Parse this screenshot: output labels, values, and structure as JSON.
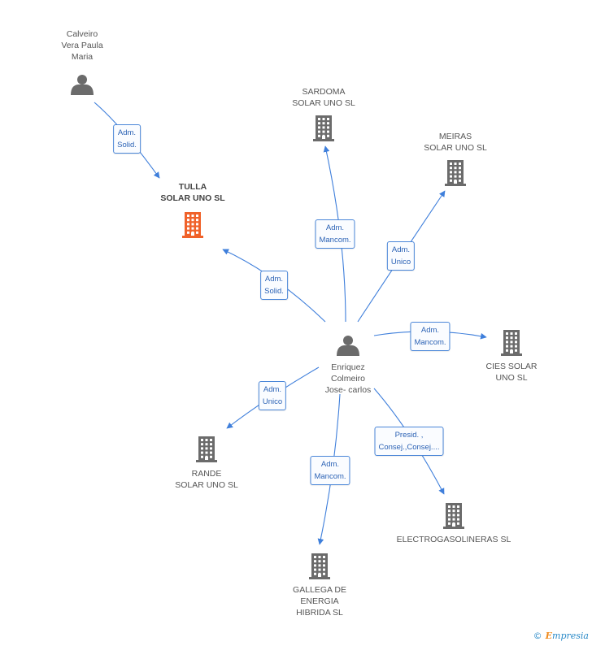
{
  "colors": {
    "edge": "#3f7fdb",
    "person_icon": "#6b6b6b",
    "company_icon": "#6b6b6b",
    "focus_icon": "#f0622a",
    "label_border": "#4a86d8"
  },
  "nodes": {
    "calveiro": {
      "type": "person",
      "lines": [
        "Calveiro",
        "Vera Paula",
        "Maria"
      ]
    },
    "tulla": {
      "type": "company",
      "focus": true,
      "lines": [
        "TULLA",
        "SOLAR UNO SL"
      ]
    },
    "sardoma": {
      "type": "company",
      "lines": [
        "SARDOMA",
        "SOLAR UNO SL"
      ]
    },
    "meiras": {
      "type": "company",
      "lines": [
        "MEIRAS",
        "SOLAR UNO SL"
      ]
    },
    "enriquez": {
      "type": "person",
      "lines": [
        "Enriquez",
        "Colmeiro",
        "Jose- carlos"
      ]
    },
    "cies": {
      "type": "company",
      "lines": [
        "CIES SOLAR",
        "UNO SL"
      ]
    },
    "rande": {
      "type": "company",
      "lines": [
        "RANDE",
        "SOLAR UNO SL"
      ]
    },
    "electro": {
      "type": "company",
      "lines": [
        "ELECTROGASOLINERAS SL"
      ]
    },
    "gallega": {
      "type": "company",
      "lines": [
        "GALLEGA DE",
        "ENERGIA",
        "HIBRIDA  SL"
      ]
    }
  },
  "edges": [
    {
      "id": "e1",
      "from": "calveiro",
      "to": "tulla",
      "lines": [
        "Adm.",
        "Solid."
      ]
    },
    {
      "id": "e2",
      "from": "enriquez",
      "to": "tulla",
      "lines": [
        "Adm.",
        "Solid."
      ]
    },
    {
      "id": "e3",
      "from": "enriquez",
      "to": "sardoma",
      "lines": [
        "Adm.",
        "Mancom."
      ]
    },
    {
      "id": "e4",
      "from": "enriquez",
      "to": "meiras",
      "lines": [
        "Adm.",
        "Unico"
      ]
    },
    {
      "id": "e5",
      "from": "enriquez",
      "to": "cies",
      "lines": [
        "Adm.",
        "Mancom."
      ]
    },
    {
      "id": "e6",
      "from": "enriquez",
      "to": "rande",
      "lines": [
        "Adm.",
        "Unico"
      ]
    },
    {
      "id": "e7",
      "from": "enriquez",
      "to": "electro",
      "lines": [
        "Presid. ,",
        "Consej.,Consej...."
      ]
    },
    {
      "id": "e8",
      "from": "enriquez",
      "to": "gallega",
      "lines": [
        "Adm.",
        "Mancom."
      ]
    }
  ],
  "footer": {
    "copyright": "©",
    "brand_first": "E",
    "brand_rest": "mpresia"
  }
}
